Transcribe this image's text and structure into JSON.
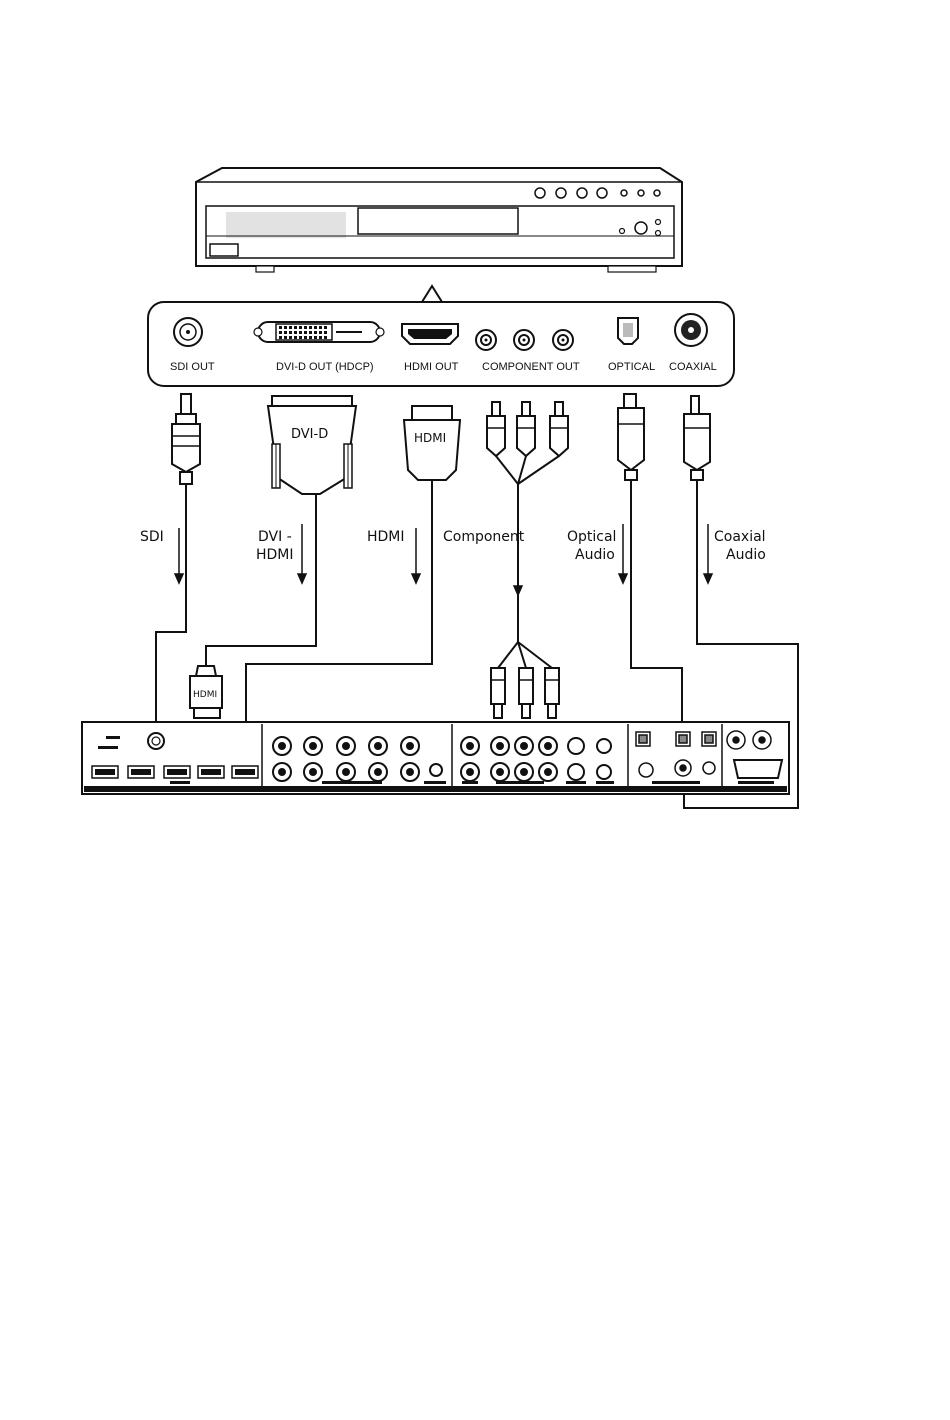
{
  "player_panel": {
    "sdi_out": "SDI OUT",
    "dvi_out": "DVI-D OUT (HDCP)",
    "hdmi_out": "HDMI OUT",
    "component_out": "COMPONENT OUT",
    "optical": "OPTICAL",
    "coaxial": "COAXIAL"
  },
  "plugs": {
    "dvi": "DVI-D",
    "hdmi": "HDMI",
    "hdmi_adapter": "HDMI"
  },
  "cables": {
    "sdi": "SDI",
    "dvi_line1": "DVI -",
    "dvi_line2": "HDMI",
    "hdmi": "HDMI",
    "component": "Component",
    "optical_line1": "Optical",
    "optical_line2": "Audio",
    "coaxial_line1": "Coaxial",
    "coaxial_line2": "Audio"
  }
}
